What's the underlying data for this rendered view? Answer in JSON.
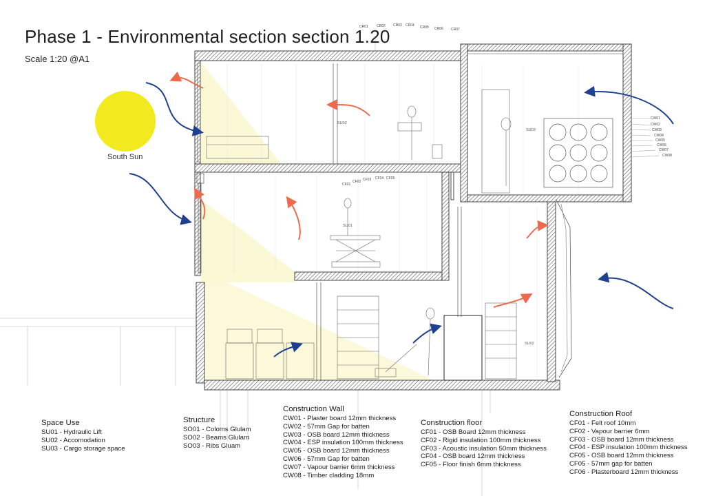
{
  "title": "Phase 1 - Environmental section section 1.20",
  "scale": "Scale 1:20 @A1",
  "sun_label": "South Sun",
  "colors": {
    "sun": "#f2ea1e",
    "cold_air": "#1f3f8f",
    "warm_air": "#ee6a4c",
    "light_wedge": "#fbf7d2",
    "wall": "#3a3a3a"
  },
  "space_use": {
    "heading": "Space Use",
    "items": [
      "SU01 - Hydraulic Lift",
      "SU02 - Accomodation",
      "SU03 - Cargo storage space"
    ]
  },
  "structure": {
    "heading": "Structure",
    "items": [
      "SO01 - Coloms Glulam",
      "SO02 - Beams Glulam",
      "SO03 - Ribs Gluam"
    ]
  },
  "construction_wall": {
    "heading": "Construction Wall",
    "items": [
      "CW01 - Plaster board 12mm thickness",
      "CW02 - 57mm Gap for batten",
      "CW03 - OSB board 12mm thickness",
      "CW04 - ESP insulation 100mm thickness",
      "CW05 - OSB board 12mm thickness",
      "CW06 - 57mm Gap for batten",
      "CW07 - Vapour barrier 6mm thickness",
      "CW08 - Timber cladding 18mm"
    ]
  },
  "construction_floor": {
    "heading": "Construction floor",
    "items": [
      "CF01 - OSB Board 12mm thickness",
      "CF02 - Rigid insulation 100mm thickness",
      "CF03 - Acoustic insulation 50mm thickness",
      "CF04 - OSB board 12mm thickness",
      "CF05 - Floor finish 6mm thickness"
    ]
  },
  "construction_roof": {
    "heading": "Construction Roof",
    "items": [
      "CF01 - Felt roof 10mm",
      "CF02 - Vapour barrier 6mm",
      "CF03 - OSB board 12mm thickness",
      "CF04 - ESP insulation 100mm thickness",
      "CF05 - OSB board 12mm thickness",
      "CF05 - 57mm gap for batten",
      "CF06 - Plasterboard 12mm thickness"
    ]
  },
  "tags": {
    "roof": [
      "CR01",
      "CR02",
      "CR03",
      "CR04",
      "CR05",
      "CR06",
      "CR07"
    ],
    "floor": [
      "CF01",
      "CF02",
      "CF03",
      "CF04",
      "CF05"
    ],
    "wall": [
      "CW01",
      "CW02",
      "CW03",
      "CW04",
      "CW05",
      "CW06",
      "CW07",
      "CW08"
    ]
  },
  "rooms": {
    "su01": "SU01",
    "su02": "SU02",
    "su03": "SU03",
    "su02b": "SU02"
  }
}
